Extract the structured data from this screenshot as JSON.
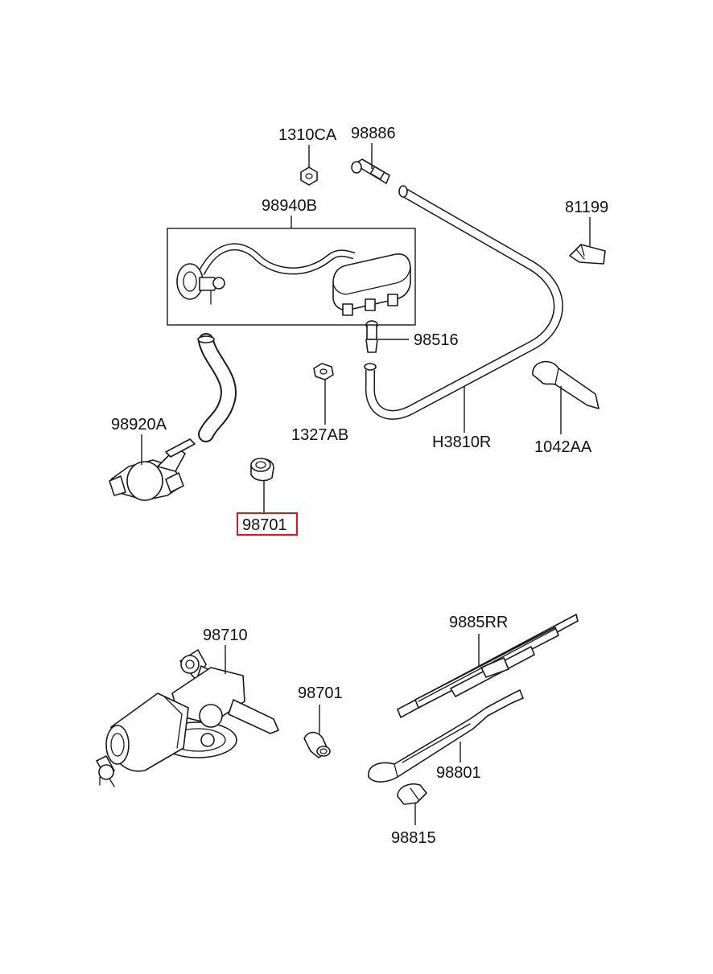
{
  "labels": {
    "p1310CA": "1310CA",
    "p98886": "98886",
    "p98940B": "98940B",
    "p81199": "81199",
    "p98516": "98516",
    "p98920A": "98920A",
    "p1327AB": "1327AB",
    "pH3810R": "H3810R",
    "p1042AA": "1042AA",
    "p98701_top": "98701",
    "p98710": "98710",
    "p98701_bottom": "98701",
    "p9885RR": "9885RR",
    "p98801": "98801",
    "p98815": "98815"
  },
  "highlight": {
    "part": "98701",
    "color": "#e0141c"
  },
  "colors": {
    "ink": "#1a1a1a",
    "shade": "#d9d9d9"
  }
}
